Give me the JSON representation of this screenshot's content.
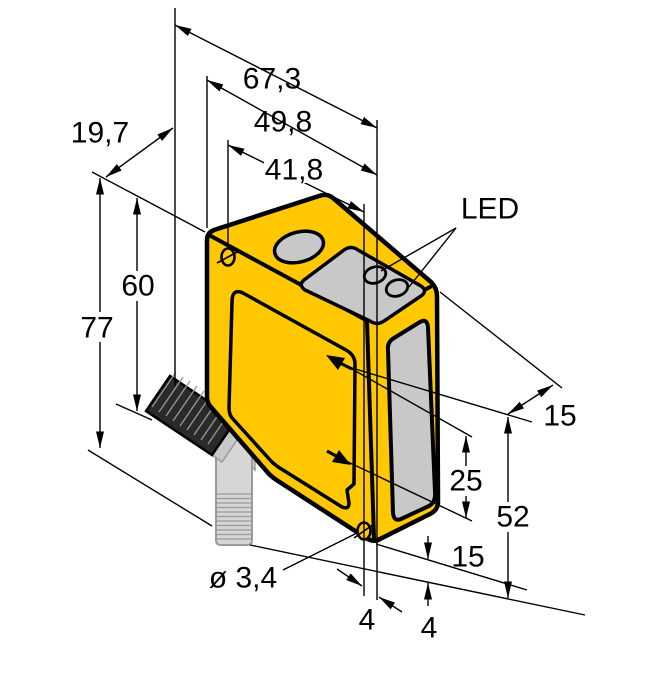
{
  "drawing": {
    "kind": "technical-dimension-drawing",
    "colors": {
      "housing": "#FFC800",
      "panel": "#C8C8C8",
      "line": "#000000",
      "background": "#FFFFFF"
    },
    "annotations": {
      "led_label": "LED",
      "hole_diameter_label": "ø 3,4"
    },
    "dimensions_mm": {
      "overall_length": "67,3",
      "upper_length": "49,8",
      "hole_spacing": "41,8",
      "top_depth": "19,7",
      "left_height_inner": "60",
      "left_height_overall": "77",
      "side_depth": "15",
      "beam_spacing": "25",
      "right_height": "52",
      "lower_offset": "15",
      "bottom_offset_a": "4",
      "bottom_offset_b": "4"
    }
  }
}
